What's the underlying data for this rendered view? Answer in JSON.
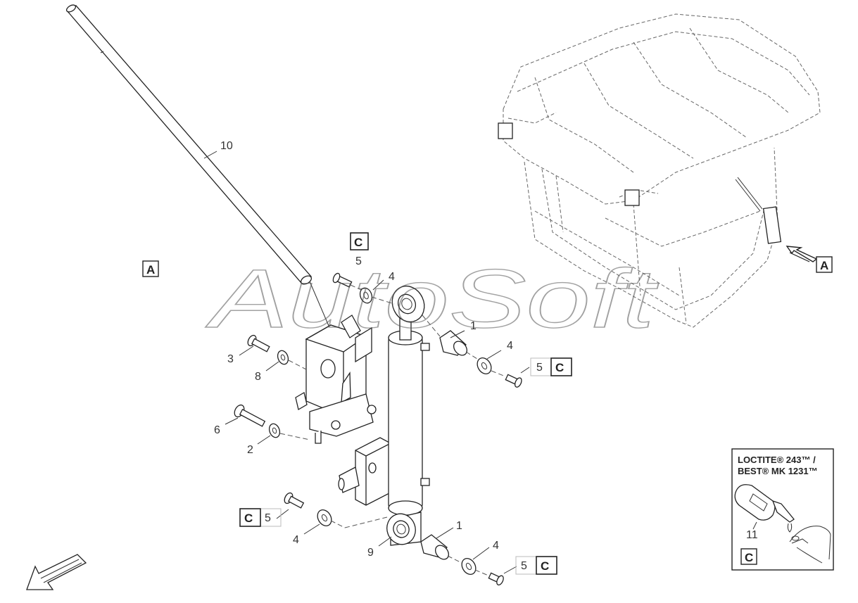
{
  "watermark": "AutoSoft",
  "callouts": {
    "c1a": "1",
    "c1b": "1",
    "c2": "2",
    "c3": "3",
    "c4a": "4",
    "c4b": "4",
    "c4c": "4",
    "c4d": "4",
    "c5a": "5",
    "c5b": "5",
    "c5c": "5",
    "c5d": "5",
    "c6": "6",
    "c8": "8",
    "c9": "9",
    "c10": "10",
    "c11": "11"
  },
  "view_boxes": {
    "a_left": "A",
    "a_right": "A",
    "c_top": "C",
    "c_right_upper": "C",
    "c_left_lower": "C",
    "c_right_lower": "C"
  },
  "loctite": {
    "line1": "LOCTITE® 243™ /",
    "line2": "BEST® MK 1231™",
    "ref": "C"
  },
  "icons": {
    "direction_arrow": "front-direction-arrow-icon",
    "view_arrow": "view-direction-arrow-icon"
  }
}
